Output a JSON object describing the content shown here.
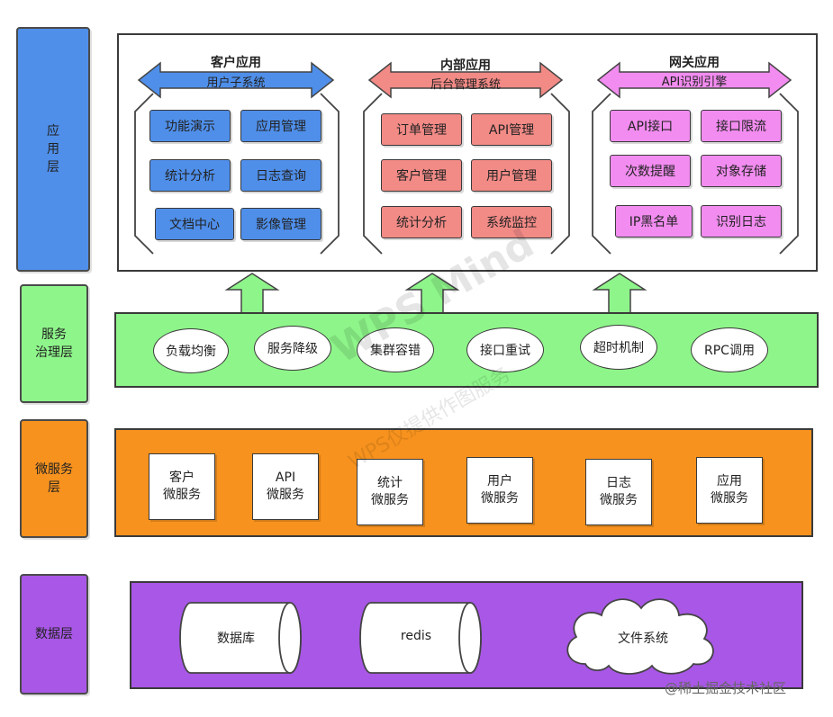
{
  "layers": {
    "application": [
      "应",
      "用",
      "层"
    ],
    "governance": [
      "服务",
      "治理层"
    ],
    "microservice": [
      "微服务",
      "层"
    ],
    "data": [
      "数据层"
    ]
  },
  "groups": [
    {
      "title": "客户应用",
      "arrow_label": "用户子系统",
      "color": "#4f8fea",
      "items": [
        "功能演示",
        "应用管理",
        "统计分析",
        "日志查询",
        "文档中心",
        "影像管理"
      ]
    },
    {
      "title": "内部应用",
      "arrow_label": "后台管理系统",
      "color": "#f28a86",
      "items": [
        "订单管理",
        "API管理",
        "客户管理",
        "用户管理",
        "统计分析",
        "系统监控"
      ]
    },
    {
      "title": "网关应用",
      "arrow_label": "API识别引擎",
      "color": "#f28cf0",
      "items": [
        "API接口",
        "接口限流",
        "次数提醒",
        "对象存储",
        "IP黑名单",
        "识别日志"
      ]
    }
  ],
  "governance_items": [
    "负载均衡",
    "服务降级",
    "集群容错",
    "接口重试",
    "超时机制",
    "RPC调用"
  ],
  "microservices": [
    [
      "客户",
      "微服务"
    ],
    [
      "API",
      "微服务"
    ],
    [
      "统计",
      "微服务"
    ],
    [
      "用户",
      "微服务"
    ],
    [
      "日志",
      "微服务"
    ],
    [
      "应用",
      "微服务"
    ]
  ],
  "data_items": {
    "database": "数据库",
    "redis": "redis",
    "filesystem": "文件系统"
  },
  "watermark": {
    "main": "WPS Mind",
    "sub": "WPS仅提供作图服务"
  },
  "credit": "@稀土掘金技术社区",
  "colors": {
    "app_layer": "#4f8fea",
    "governance_layer": "#8ef58a",
    "microservice_layer": "#f7921e",
    "data_layer": "#a857e6"
  }
}
